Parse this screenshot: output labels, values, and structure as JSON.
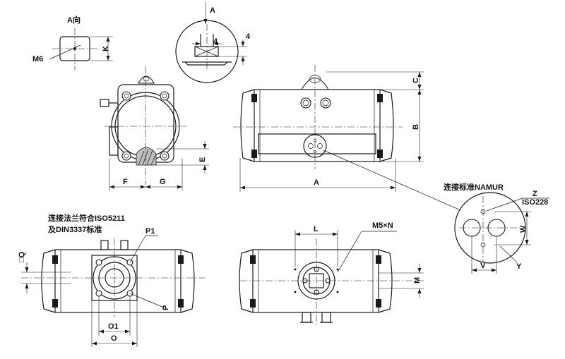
{
  "labels": {
    "view_a": "A向",
    "arrow_a": "A",
    "m6": "M6",
    "k": "K",
    "four_1": "4",
    "four_2": "4",
    "c": "C",
    "b": "B",
    "e": "E",
    "f": "F",
    "g": "G",
    "a": "A",
    "flange_line1": "连接法兰符合ISO5211",
    "flange_line2": "及DIN3337标准",
    "p1": "P1",
    "p": "P",
    "q": "□Q",
    "o1": "O1",
    "o": "O",
    "l": "L",
    "m5n": "M5×N",
    "m": "M",
    "namur": "连接标准NAMUR",
    "z": "Z",
    "iso228": "ISO228",
    "w": "W",
    "v": "V",
    "y": "Y"
  }
}
